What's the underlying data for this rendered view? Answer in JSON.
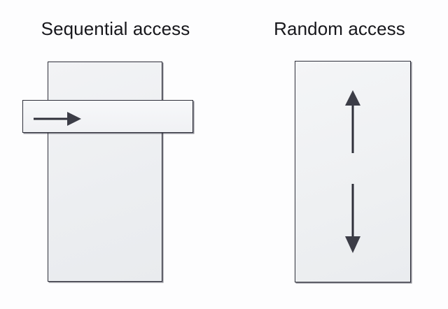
{
  "figure": {
    "background_color": "#fdfdfe",
    "shape_fill_color": "#eff0f3",
    "shape_stroke_color": "#2e2f3a",
    "arrow_color": "#2f303a"
  },
  "panels": [
    {
      "id": "sequential",
      "title": "Sequential access",
      "block_name": "storage-block",
      "band_name": "access-band",
      "arrow": {
        "name": "rightward-arrow-icon",
        "direction": "right"
      }
    },
    {
      "id": "random",
      "title": "Random access",
      "block_name": "storage-block",
      "arrows": [
        {
          "name": "upward-arrow-icon",
          "direction": "up"
        },
        {
          "name": "downward-arrow-icon",
          "direction": "down"
        }
      ]
    }
  ]
}
